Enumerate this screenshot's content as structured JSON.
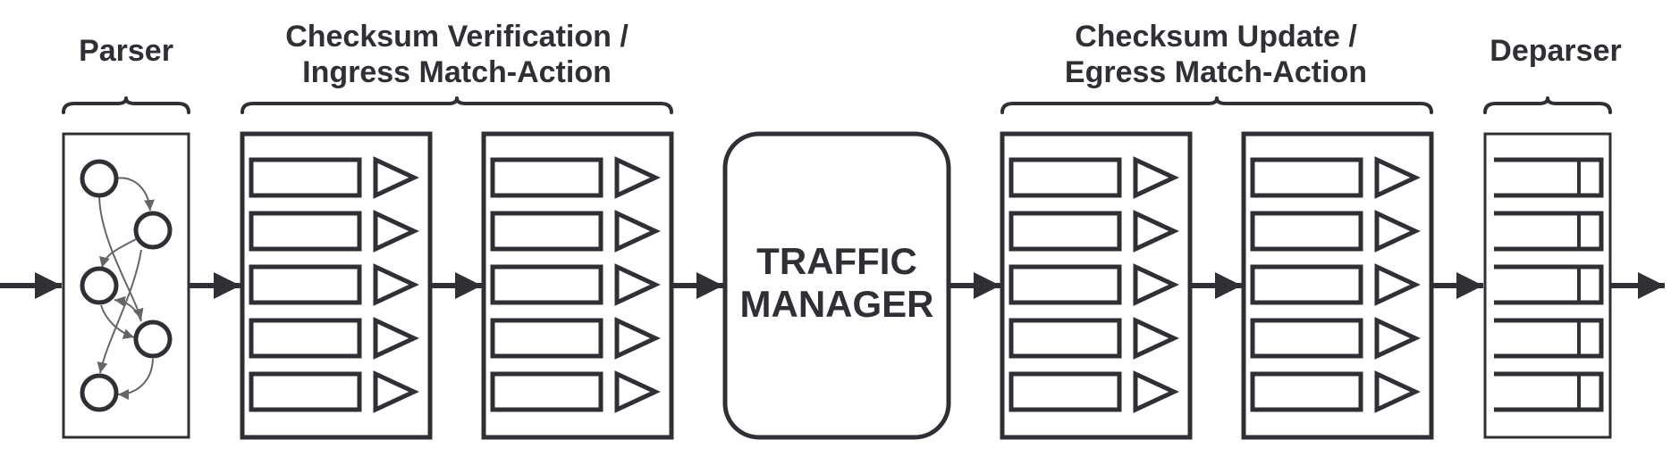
{
  "labels": {
    "parser": "Parser",
    "ingress_line1": "Checksum Verification /",
    "ingress_line2": "Ingress Match-Action",
    "traffic_manager_line1": "TRAFFIC",
    "traffic_manager_line2": "MANAGER",
    "egress_line1": "Checksum Update /",
    "egress_line2": "Egress Match-Action",
    "deparser": "Deparser"
  },
  "colors": {
    "stroke": "#2e3036",
    "edge": "#777777",
    "background": "#ffffff"
  },
  "stages": {
    "table_rows_per_block": 5,
    "ingress_blocks": 2,
    "egress_blocks": 2,
    "deparser_rows": 5,
    "parser_states": 5
  }
}
